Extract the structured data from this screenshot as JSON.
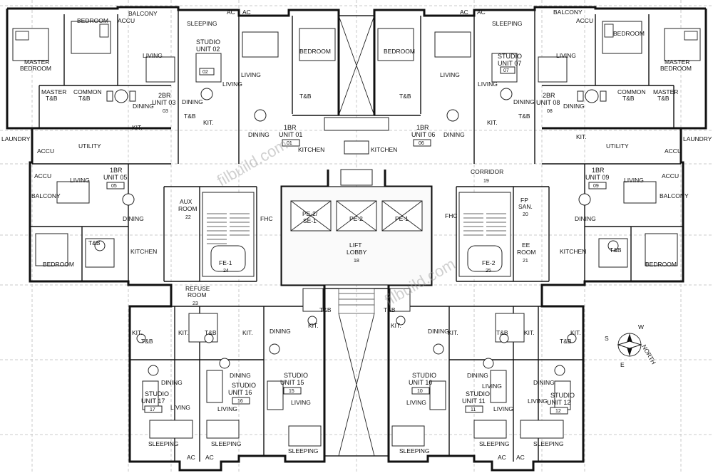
{
  "labels": {
    "balcony": "BALCONY",
    "bedroom": "BEDROOM",
    "master_bedroom_1": "MASTER",
    "master_bedroom_2": "BEDROOM",
    "living": "LIVING",
    "dining": "DINING",
    "kitchen": "KITCHEN",
    "kit": "KIT.",
    "tb": "T&B",
    "master_tb_1": "MASTER",
    "master_tb_2": "T&B",
    "common_tb_1": "COMMON",
    "common_tb_2": "T&B",
    "utility": "UTILITY",
    "laundry": "LAUNDRY",
    "accu": "ACCU",
    "ac": "AC",
    "sleeping": "SLEEPING",
    "corridor": "CORRIDOR",
    "fhc": "FHC",
    "aux_room": "AUX",
    "aux_room_2": "ROOM",
    "refuse_room_1": "REFUSE",
    "refuse_room_2": "ROOM",
    "fp_san": "FP",
    "fp_san_2": "SAN.",
    "ee_room_1": "EE",
    "ee_room_2": "ROOM",
    "lift_lobby_1": "LIFT",
    "lift_lobby_2": "LOBBY",
    "pe2_se1_1": "PE-2/",
    "pe2_se1_2": "SE-1",
    "pe2": "PE-2",
    "pe1": "PE-1",
    "fe1": "FE-1",
    "fe2": "FE-2",
    "north": "NORTH",
    "compass_s": "S",
    "compass_w": "W",
    "compass_e": "E",
    "watermark": "filbuild.com"
  },
  "units": [
    {
      "type_line1": "STUDIO",
      "type_line2": "UNIT 02",
      "number": "02"
    },
    {
      "type_line1": "2BR",
      "type_line2": "UNIT 03",
      "number": "03"
    },
    {
      "type_line1": "1BR",
      "type_line2": "UNIT 01",
      "number": "01"
    },
    {
      "type_line1": "1BR",
      "type_line2": "UNIT 06",
      "number": "06"
    },
    {
      "type_line1": "STUDIO",
      "type_line2": "UNIT 07",
      "number": "07"
    },
    {
      "type_line1": "2BR",
      "type_line2": "UNIT 08",
      "number": "08"
    },
    {
      "type_line1": "1BR",
      "type_line2": "UNIT 05",
      "number": "05"
    },
    {
      "type_line1": "1BR",
      "type_line2": "UNIT 09",
      "number": "09"
    },
    {
      "type_line1": "STUDIO",
      "type_line2": "UNIT 17",
      "number": "17"
    },
    {
      "type_line1": "STUDIO",
      "type_line2": "UNIT 16",
      "number": "16"
    },
    {
      "type_line1": "STUDIO",
      "type_line2": "UNIT 15",
      "number": "15"
    },
    {
      "type_line1": "STUDIO",
      "type_line2": "UNIT 10",
      "number": "10"
    },
    {
      "type_line1": "STUDIO",
      "type_line2": "UNIT 11",
      "number": "11"
    },
    {
      "type_line1": "STUDIO",
      "type_line2": "UNIT 12",
      "number": "12"
    }
  ],
  "room_numbers": {
    "corridor": "19",
    "fp_san": "20",
    "ee_room": "21",
    "aux_room": "22",
    "refuse_room": "23",
    "fe1": "24",
    "fe2": "25",
    "lift_lobby": "18"
  }
}
